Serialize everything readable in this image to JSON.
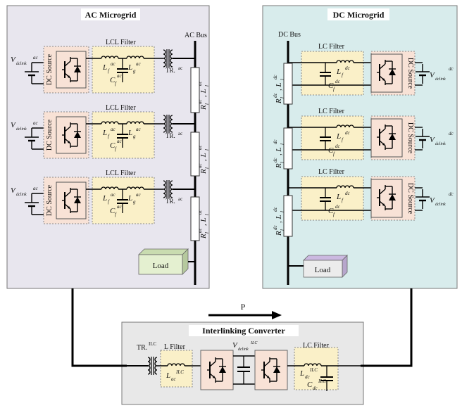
{
  "ac": {
    "title": "AC Microgrid",
    "bus_label": "AC Bus",
    "dc_source": "DC Source",
    "filter": "LCL Filter",
    "vdc": "V",
    "vdc_sub": "dclink",
    "vdc_sup": "ac",
    "lf": "L",
    "lf_sub": "f",
    "lf_sup": "ac",
    "lg": "L",
    "lg_sub": "g",
    "lg_sup": "ac",
    "cf": "C",
    "cf_sub": "f",
    "cf_sup": "ac",
    "tr": "TR.",
    "tr_sup": "ac",
    "line": "R",
    "line_sub": "l",
    "line_sup": "ac",
    "line_l": ", L",
    "line_l_sub": "l",
    "line_l_sup": "ac",
    "load": "Load"
  },
  "dc": {
    "title": "DC Microgrid",
    "bus_label": "DC Bus",
    "dc_source": "DC Source",
    "filter": "LC Filter",
    "vdc": "V",
    "vdc_sub": "dclink",
    "vdc_sup": "dc",
    "lf": "L",
    "lf_sub": "f",
    "lf_sup": "dc",
    "cf": "C",
    "cf_sub": "f",
    "cf_sup": "dc",
    "line": "R",
    "line_sub": "l",
    "line_sup": "dc",
    "line_l": ", L",
    "line_l_sub": "l",
    "line_l_sup": "dc",
    "load": "Load"
  },
  "flow_label": "P",
  "ilc": {
    "title": "Interlinking Converter",
    "tr": "TR.",
    "tr_sup": "ILC",
    "l_filter": "L Filter",
    "lac": "L",
    "lac_sub": "ac",
    "lac_sup": "ILC",
    "vdc": "V",
    "vdc_sub": "dclink",
    "vdc_sup": "ILC",
    "lc_filter": "LC Filter",
    "ldc": "L",
    "ldc_sub": "dc",
    "ldc_sup": "ILC",
    "cdc": "C",
    "cdc_sub": "dc",
    "cdc_sup": "ILC"
  },
  "colors": {
    "ac_bg": "#e8e6ee",
    "dc_bg": "#d8ecec",
    "ilc_bg": "#e8e8e8",
    "filter_bg": "#faf0c8",
    "source_bg": "#f8e2d6",
    "load_front": "#e4f0d0",
    "load_dc_top": "#cbb8e0"
  }
}
